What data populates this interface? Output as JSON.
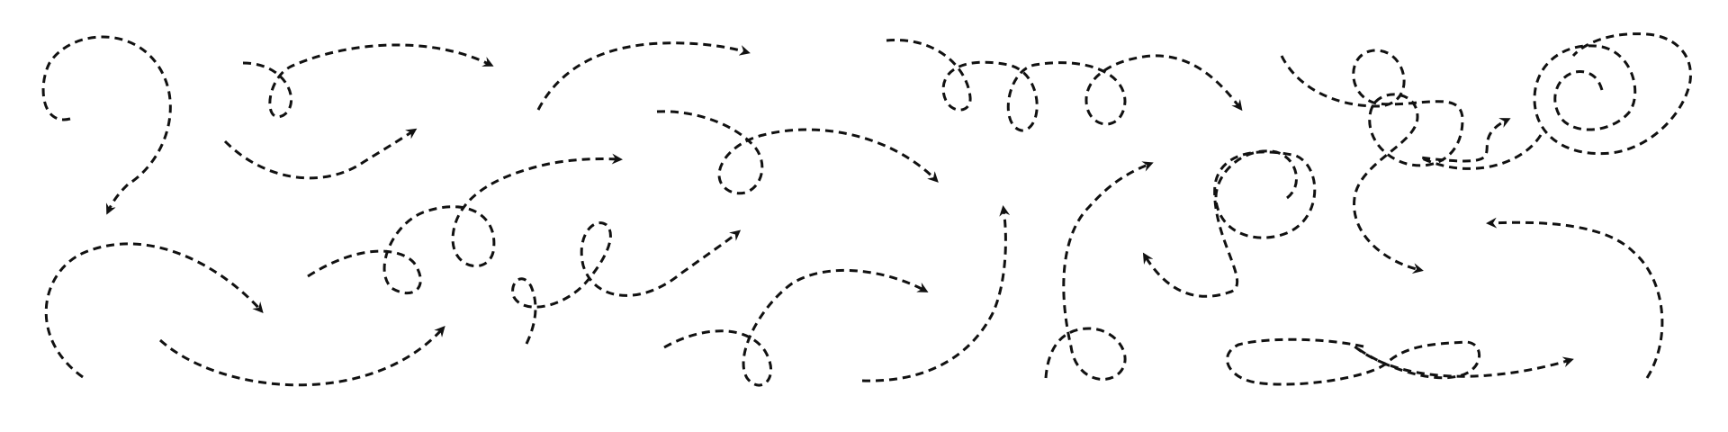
{
  "canvas": {
    "background": "#ffffff"
  },
  "style": {
    "stroke_color": "#111111",
    "arrowhead_color": "#111111",
    "line_style": "dashed"
  },
  "arrows": [
    {
      "id": "spiral-hook-down-left",
      "shape": "spiral hook",
      "direction": "down-left",
      "has_arrowhead": true
    },
    {
      "id": "loop-curve-right",
      "shape": "small loop then arc",
      "direction": "right",
      "has_arrowhead": true
    },
    {
      "id": "arc-right-top",
      "shape": "arc",
      "direction": "right",
      "has_arrowhead": true
    },
    {
      "id": "curve-up-right-small",
      "shape": "curve",
      "direction": "up-right",
      "has_arrowhead": true
    },
    {
      "id": "arc-down-right",
      "shape": "arc",
      "direction": "down-right",
      "has_arrowhead": true
    },
    {
      "id": "flat-curve-up-right",
      "shape": "wide curve",
      "direction": "up-right",
      "has_arrowhead": true
    },
    {
      "id": "double-loop-right",
      "shape": "double loop",
      "direction": "right",
      "has_arrowhead": true
    },
    {
      "id": "loop-curl-up-right",
      "shape": "curl loop",
      "direction": "up-right",
      "has_arrowhead": true
    },
    {
      "id": "loop-arc-down-right",
      "shape": "loop then arc",
      "direction": "down-right",
      "has_arrowhead": true
    },
    {
      "id": "loop-wave-right",
      "shape": "loop then wave",
      "direction": "right",
      "has_arrowhead": true
    },
    {
      "id": "curve-up",
      "shape": "curve",
      "direction": "up",
      "has_arrowhead": true
    },
    {
      "id": "triple-loop-down-right",
      "shape": "triple loop",
      "direction": "down-right",
      "has_arrowhead": true
    },
    {
      "id": "loop-tail-up-right",
      "shape": "loop then long curve",
      "direction": "up-right",
      "has_arrowhead": true
    },
    {
      "id": "circle-curl-left",
      "shape": "circle curl",
      "direction": "left",
      "has_arrowhead": true
    },
    {
      "id": "figure-eight-down-right",
      "shape": "figure eight",
      "direction": "down-right",
      "has_arrowhead": true
    },
    {
      "id": "spiral-left",
      "shape": "spiral",
      "direction": "up-left",
      "has_arrowhead": true
    },
    {
      "id": "hook-left",
      "shape": "hook",
      "direction": "left",
      "has_arrowhead": true
    },
    {
      "id": "infinity-right",
      "shape": "infinity loop",
      "direction": "right",
      "has_arrowhead": true
    }
  ]
}
